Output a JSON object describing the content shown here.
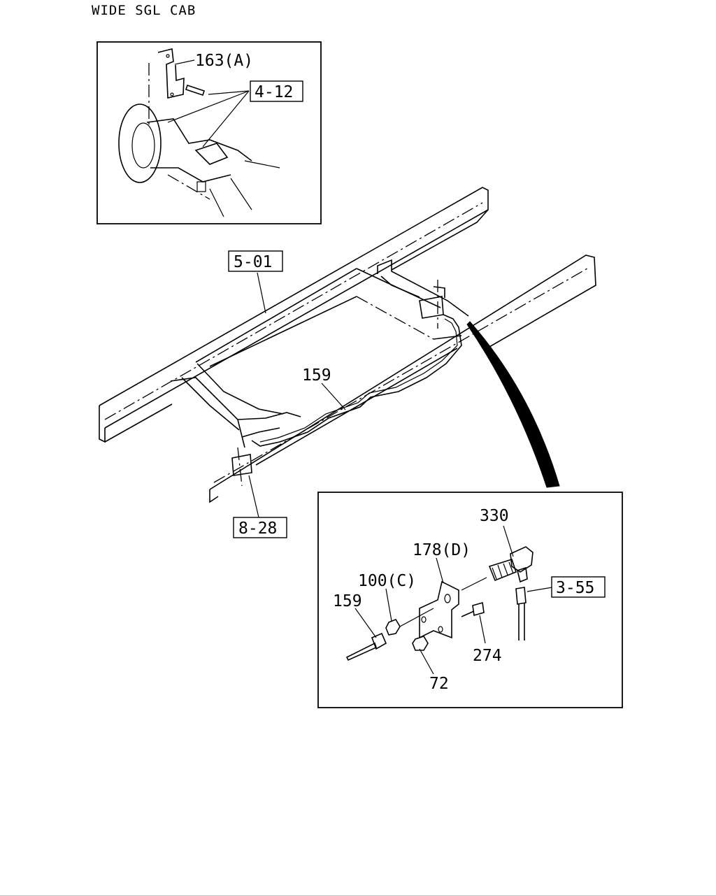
{
  "header": {
    "title": "WIDE SGL CAB"
  },
  "labels": {
    "part_163a": "163(A)",
    "ref_4_12": "4-12",
    "ref_5_01": "5-01",
    "part_159_main": "159",
    "ref_8_28": "8-28",
    "part_330": "330",
    "part_178d": "178(D)",
    "part_100c": "100(C)",
    "ref_3_55": "3-55",
    "part_159_detail": "159",
    "part_274": "274",
    "part_72": "72"
  }
}
